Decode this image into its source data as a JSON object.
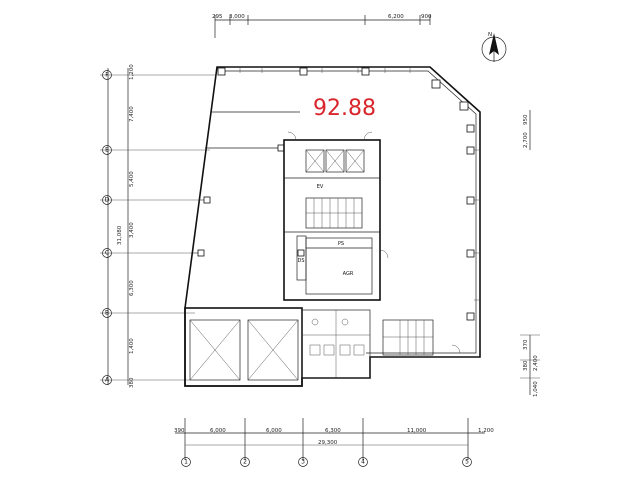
{
  "plan": {
    "area_value": "92.88",
    "north_label": "N",
    "north_icon": "north-arrow-icon",
    "top_dims": [
      "295",
      "3,000",
      "6,200",
      "900"
    ],
    "right_dims": [
      "2,700",
      "950",
      "370",
      "380",
      "2,400",
      "1,040"
    ],
    "left_dims": [
      "1,200",
      "7,400",
      "5,400",
      "31,080",
      "3,400",
      "6,300",
      "1,400",
      "380"
    ],
    "bottom_dims": [
      "390",
      "6,000",
      "6,000",
      "6,300",
      "11,000",
      "1,200"
    ],
    "bottom_total": "29,300",
    "row_labels": [
      "F",
      "E",
      "D",
      "C",
      "B",
      "A"
    ],
    "col_labels": [
      "1",
      "2",
      "3",
      "4",
      "5"
    ],
    "room_labels": [
      "EV",
      "PS",
      "AGR",
      "DS"
    ],
    "accent_color": "#d9262c",
    "line_color": "#111111"
  }
}
